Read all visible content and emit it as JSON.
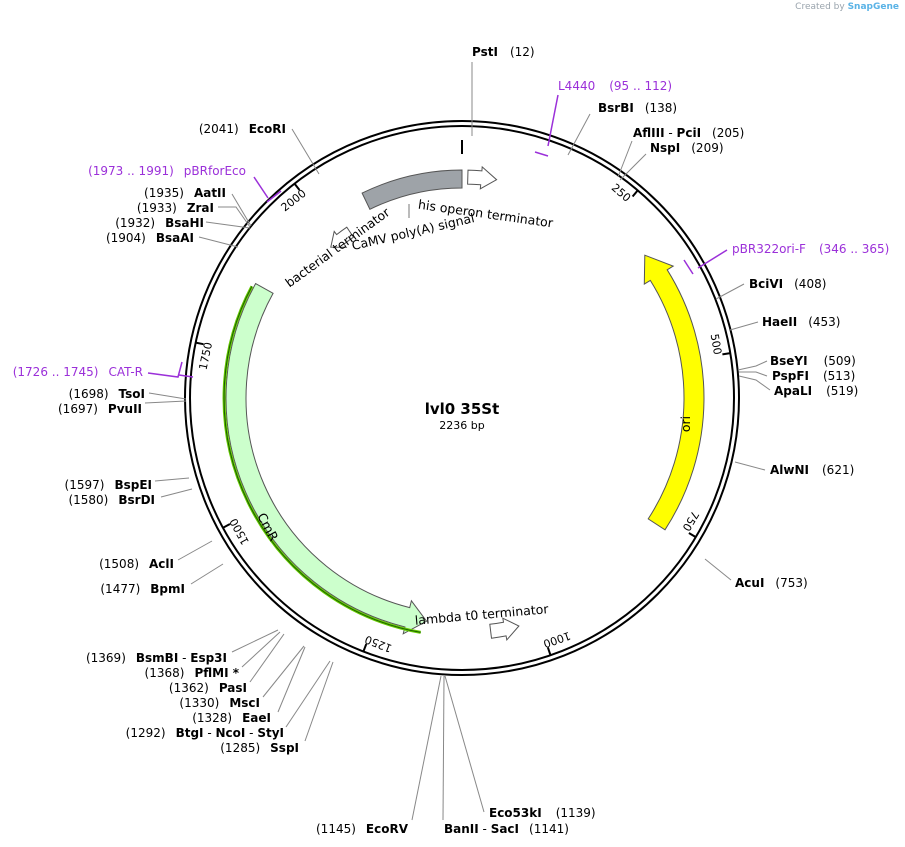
{
  "credit": {
    "prefix": "Created by",
    "brand": "SnapGene"
  },
  "plasmid": {
    "name": "lvl0 35St",
    "size_label": "2236 bp",
    "length": 2236
  },
  "ticks": [
    250,
    500,
    750,
    1000,
    1250,
    1500,
    1750,
    2000
  ],
  "sites": [
    {
      "name": "PstI",
      "pos": "(12)"
    },
    {
      "name": "BsrBI",
      "pos": "(138)"
    },
    {
      "name": "AflIII",
      "sep": " - ",
      "name2": "PciI",
      "pos": "(205)"
    },
    {
      "name": "NspI",
      "pos": "(209)"
    },
    {
      "name": "BciVI",
      "pos": "(408)"
    },
    {
      "name": "HaeII",
      "pos": "(453)"
    },
    {
      "name": "BseYI",
      "pos": "(509)"
    },
    {
      "name": "PspFI",
      "pos": "(513)"
    },
    {
      "name": "ApaLI",
      "pos": "(519)"
    },
    {
      "name": "AlwNI",
      "pos": "(621)"
    },
    {
      "name": "AcuI",
      "pos": "(753)"
    },
    {
      "name": "Eco53kI",
      "pos": "(1139)"
    },
    {
      "name": "BanII",
      "sep": " - ",
      "name2": "SacI",
      "pos": "(1141)"
    },
    {
      "name": "EcoRV",
      "pos": "(1145)"
    },
    {
      "name": "SspI",
      "pos": "(1285)"
    },
    {
      "name": "BtgI",
      "sep": " - ",
      "name2": "NcoI",
      "sep2": " - ",
      "name3": "StyI",
      "pos": "(1292)"
    },
    {
      "name": "EaeI",
      "pos": "(1328)"
    },
    {
      "name": "MscI",
      "pos": "(1330)"
    },
    {
      "name": "PasI",
      "pos": "(1362)"
    },
    {
      "name": "PflMI",
      "star": " *",
      "pos": "(1368)"
    },
    {
      "name": "BsmBI",
      "sep": " - ",
      "name2": "Esp3I",
      "pos": "(1369)"
    },
    {
      "name": "BpmI",
      "pos": "(1477)"
    },
    {
      "name": "AclI",
      "pos": "(1508)"
    },
    {
      "name": "BsrDI",
      "pos": "(1580)"
    },
    {
      "name": "BspEI",
      "pos": "(1597)"
    },
    {
      "name": "PvuII",
      "pos": "(1697)"
    },
    {
      "name": "TsoI",
      "pos": "(1698)"
    },
    {
      "name": "BsaAI",
      "pos": "(1904)"
    },
    {
      "name": "BsaHI",
      "pos": "(1932)"
    },
    {
      "name": "ZraI",
      "pos": "(1933)"
    },
    {
      "name": "AatII",
      "pos": "(1935)"
    },
    {
      "name": "EcoRI",
      "pos": "(2041)"
    }
  ],
  "primers": [
    {
      "name": "L4440",
      "range": "(95 .. 112)"
    },
    {
      "name": "pBR322ori-F",
      "range": "(346 .. 365)"
    },
    {
      "name": "CAT-R",
      "range": "(1726 .. 1745)"
    },
    {
      "name": "pBRforEco",
      "range": "(1973 .. 1991)"
    }
  ],
  "features": [
    {
      "name": "ori",
      "color": "#ffff00",
      "type": "arrow"
    },
    {
      "name": "CmR",
      "color": "#ccffcc",
      "type": "arrow"
    },
    {
      "name": "his operon terminator",
      "type": "terminator"
    },
    {
      "name": "bacterial terminator",
      "type": "terminator"
    },
    {
      "name": "CaMV poly(A) signal",
      "color": "#9ea3a8",
      "type": "polyA"
    },
    {
      "name": "lambda t0 terminator",
      "type": "terminator"
    }
  ],
  "colors": {
    "primer": "#9b30d9",
    "ori": "#ffff00",
    "cmr": "#ccffcc",
    "cmr_orf": "#66cc00",
    "polya": "#9ea3a8",
    "backbone": "#000000"
  }
}
